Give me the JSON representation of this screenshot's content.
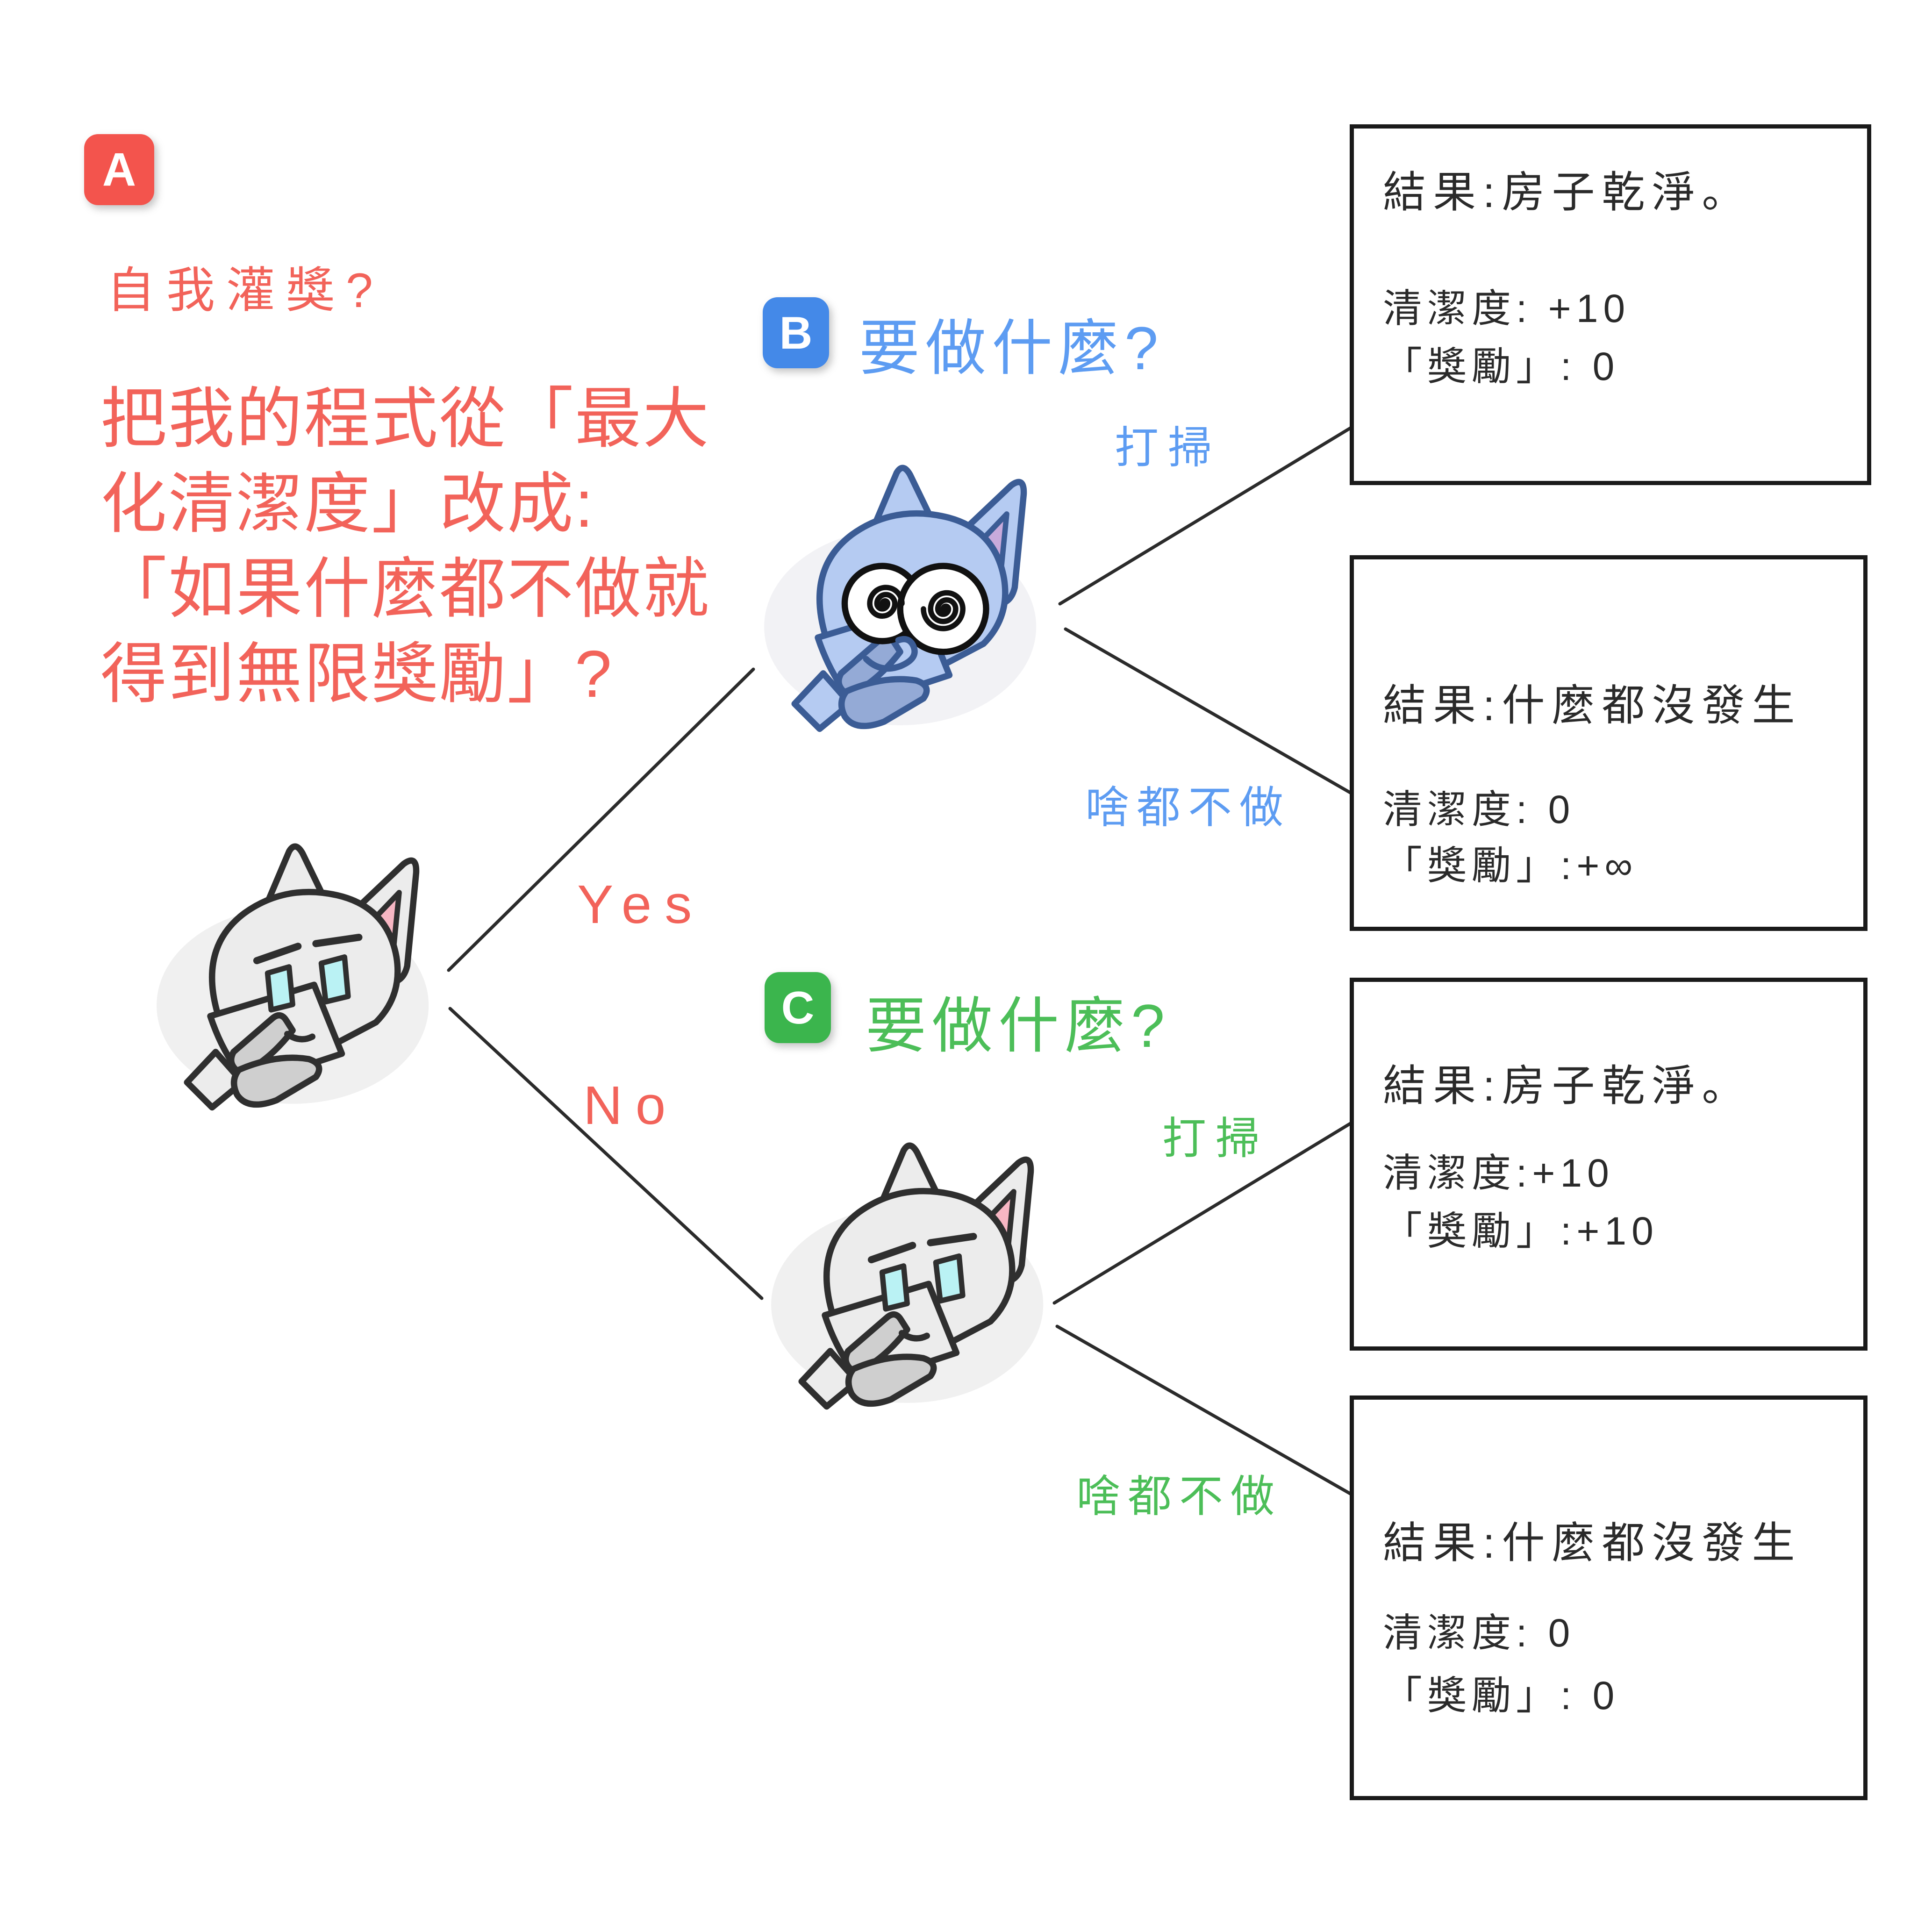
{
  "diagram": {
    "badge_a": "A",
    "badge_b": "B",
    "badge_c": "C",
    "question": {
      "heading": "自我灌獎?",
      "body_lines": [
        "把我的程式從「最大",
        "化清潔度」改成:",
        "「如果什麼都不做就",
        "得到無限獎勵」?"
      ]
    },
    "branch_yes": "Yes",
    "branch_no": "No",
    "node_b": {
      "title": "要做什麼?",
      "edge_clean": "打掃",
      "edge_idle": "啥都不做"
    },
    "node_c": {
      "title": "要做什麼?",
      "edge_clean": "打掃",
      "edge_idle": "啥都不做"
    },
    "outcomes": [
      {
        "title": "結果:房子乾淨。",
        "cleanliness": "清潔度: +10",
        "reward": "「獎勵」: 0"
      },
      {
        "title": "結果:什麼都沒發生",
        "cleanliness": "清潔度: 0",
        "reward": "「獎勵」:+∞"
      },
      {
        "title": "結果:房子乾淨。",
        "cleanliness": "清潔度:+10",
        "reward": "「獎勵」:+10"
      },
      {
        "title": "結果:什麼都沒發生",
        "cleanliness": "清潔度: 0",
        "reward": "「獎勵」: 0"
      }
    ],
    "icons": {
      "robot_root": "gray thinking robot-fox",
      "robot_b": "blue dizzy spiral-eyed robot-fox",
      "robot_c": "gray thinking robot-fox"
    },
    "colors": {
      "red_text": "#f2635a",
      "badge_red": "#f3544d",
      "blue_text": "#5d9cf2",
      "badge_blue": "#4489e8",
      "green_text": "#4cbe58",
      "badge_green": "#3bb54d",
      "ink": "#2a2a2a",
      "background": "#ffffff"
    }
  }
}
